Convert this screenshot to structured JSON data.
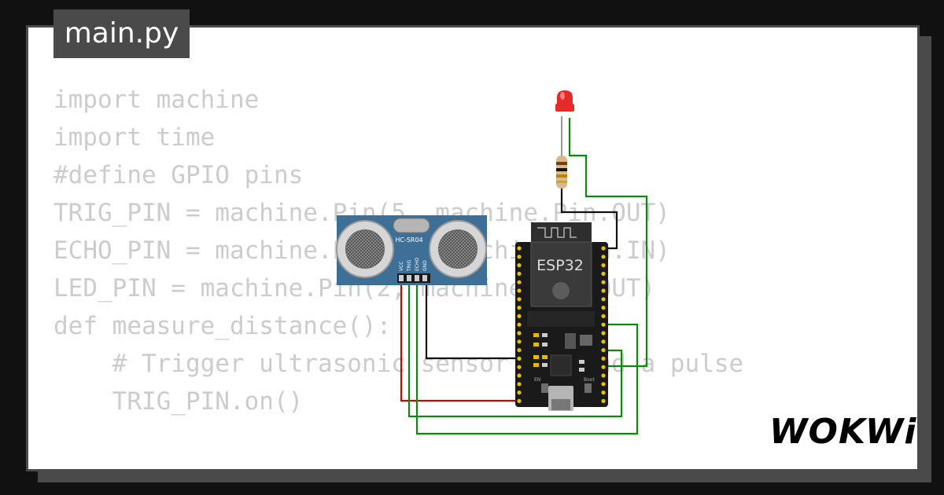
{
  "tab": {
    "title": "main.py"
  },
  "code": {
    "lines": [
      "import machine",
      "import time",
      "",
      "#define GPIO pins",
      "TRIG_PIN = machine.Pin(5, machine.Pin.OUT)",
      "ECHO_PIN = machine.Pin(18, machine.Pin.IN)",
      "LED_PIN = machine.Pin(2, machine.Pin.OUT)",
      "",
      "def measure_distance():",
      "    # Trigger ultrasonic sensor to send a pulse",
      "    TRIG_PIN.on()"
    ]
  },
  "circuit": {
    "sensor": {
      "label": "HC-SR04",
      "pins": [
        "VCC",
        "TRIG",
        "ECHO",
        "GND"
      ]
    },
    "board": {
      "label": "ESP32",
      "button_label": "Boot",
      "en_label": "EN"
    },
    "led": {
      "color": "#e52a2a"
    },
    "wire_colors": {
      "black": "#111111",
      "red": "#d40000",
      "green": "#0a8a0a"
    }
  },
  "brand": {
    "logo": "WOKWi"
  }
}
